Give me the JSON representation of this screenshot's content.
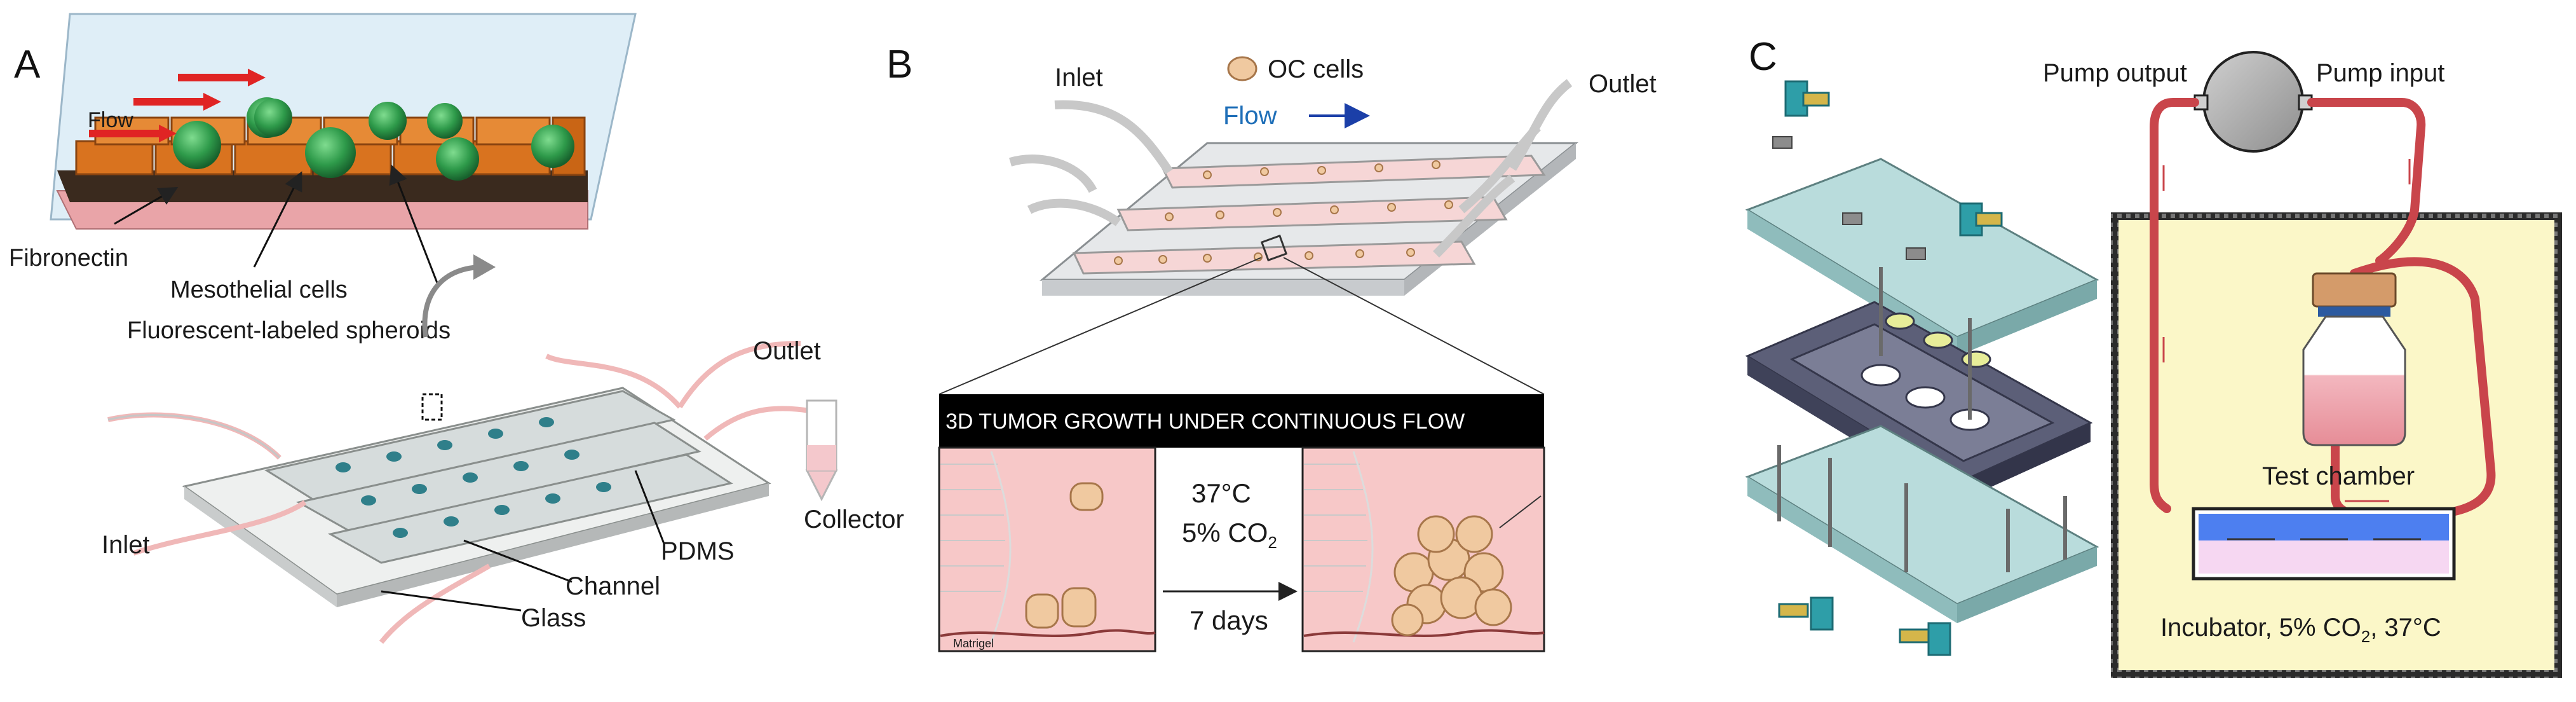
{
  "panels": {
    "a": {
      "letter": "A",
      "flow": "Flow",
      "fibronectin": "Fibronectin",
      "mesothelial": "Mesothelial cells",
      "spheroids": "Fluorescent-labeled spheroids",
      "outlet": "Outlet",
      "collector": "Collector",
      "inlet": "Inlet",
      "pdms": "PDMS",
      "channel": "Channel",
      "glass": "Glass"
    },
    "b": {
      "letter": "B",
      "inlet": "Inlet",
      "oc_cells": "OC cells",
      "flow": "Flow",
      "outlet": "Outlet",
      "banner": "3D TUMOR GROWTH UNDER CONTINUOUS FLOW",
      "temp": "37°C",
      "co2_prefix": "5% CO",
      "co2_sub": "2",
      "days": "7 days",
      "matrigel": "Matrigel"
    },
    "c": {
      "letter": "C",
      "pump_output": "Pump output",
      "pump_input": "Pump input",
      "test_chamber": "Test chamber",
      "incubator_prefix": "Incubator, 5% CO",
      "incubator_sub": "2",
      "incubator_suffix": ", 37°C"
    }
  },
  "colors": {
    "flow_arrow": "#e02424",
    "spheroid": "#2e9a4a",
    "block": "#d9731f",
    "channel_fill": "#f2c9c9",
    "tube": "#c9454b",
    "incubator_bg": "#fbf7c8",
    "plate_teal": "#b9dcdc",
    "plate_dark": "#5c5f78",
    "flow_text": "#1f6fb8"
  }
}
